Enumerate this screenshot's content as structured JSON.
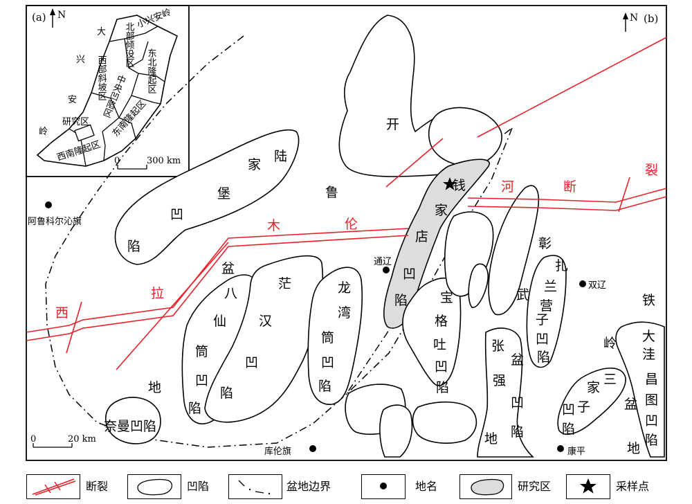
{
  "inset": {
    "panel_label": "(a)",
    "north": "N",
    "range_chars": [
      "大",
      "兴",
      "安",
      "岭"
    ],
    "range_xiaoxinganling": "小兴安岭",
    "zones": {
      "north_depression": "北部倾没区",
      "west_slope": "西部斜坡区",
      "central_depression": "中央凹陷区",
      "northeast_uplift": "东北隆起区",
      "southeast_uplift": "东南隆起区",
      "southwest_uplift": "西南隆起区",
      "study_area": "研究区"
    },
    "scale": {
      "zero": "0",
      "label": "300 km"
    }
  },
  "main": {
    "panel_label": "(b)",
    "north": "N",
    "places": {
      "arukeerqin": "阿鲁科尔沁旗",
      "tongliao": "通辽",
      "shuangliao": "双辽",
      "kulun": "库伦旗",
      "kangping": "康平"
    },
    "depressions": {
      "lujiabao": [
        "陆",
        "家",
        "堡",
        "凹",
        "陷"
      ],
      "kailu": [
        "开",
        "鲁"
      ],
      "qianjiadian": [
        "钱",
        "家",
        "店",
        "凹",
        "陷"
      ],
      "baxiantong": [
        "八",
        "仙",
        "筒",
        "凹",
        "陷"
      ],
      "moganghan": [
        "茫",
        "汉",
        "凹",
        "陷"
      ],
      "longwantong": [
        "龙",
        "湾",
        "筒",
        "凹",
        "陷"
      ],
      "baogetu": [
        "宝",
        "格",
        "吐",
        "凹",
        "陷"
      ],
      "zhangwu": [
        "彰",
        "武"
      ],
      "zhalanyingzi": [
        "扎",
        "兰",
        "营",
        "子",
        "凹",
        "陷"
      ],
      "sanjiazi": [
        "三",
        "家",
        "子",
        "凹",
        "陷"
      ],
      "dawachang": [
        "大",
        "洼",
        "昌",
        "图",
        "凹",
        "陷"
      ],
      "naiman": "奈曼凹陷",
      "zhangqiang": [
        "张",
        "强",
        "凹",
        "陷"
      ]
    },
    "basin_words": {
      "pen": "盆",
      "di": "地",
      "zhangqiang_pen": "盆",
      "zhangqiang_di": "地",
      "tieling": [
        "铁",
        "岭"
      ],
      "tieling_pen": "盆",
      "tieling_di": "地"
    },
    "fault_chars": [
      "西",
      "拉",
      "木",
      "伦",
      "河",
      "断",
      "裂"
    ],
    "scale": {
      "zero": "0",
      "label": "20 km"
    }
  },
  "legend": [
    {
      "key": "fault",
      "label": "断裂"
    },
    {
      "key": "depression",
      "label": "凹陷"
    },
    {
      "key": "basin_boundary",
      "label": "盆地边界"
    },
    {
      "key": "place",
      "label": "地名"
    },
    {
      "key": "study_area",
      "label": "研究区"
    },
    {
      "key": "sample_point",
      "label": "采样点"
    }
  ],
  "colors": {
    "fault": "#e8202a",
    "study_area": "#dddddd",
    "line": "#000000"
  }
}
